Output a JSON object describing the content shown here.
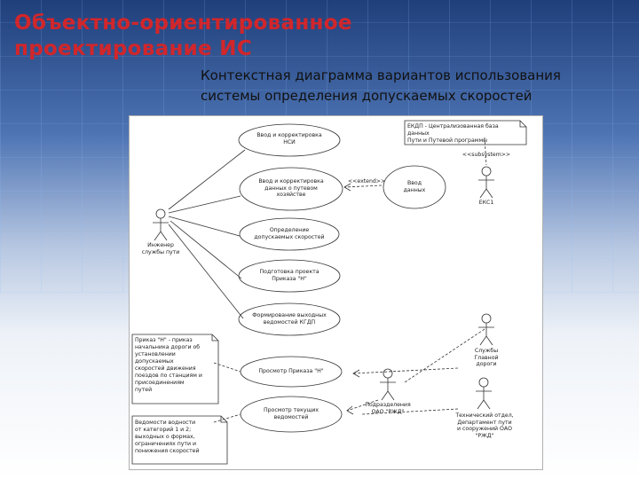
{
  "slide": {
    "title_line1": "Объектно-ориентированное",
    "title_line2": "проектирование ИС",
    "subtitle_line1": "Контекстная диаграмма вариантов использования",
    "subtitle_line2": "системы определения допускаемых скоростей"
  },
  "diagram": {
    "use_cases": [
      {
        "id": "uc1",
        "line1": "Ввод и корректировка",
        "line2": "НСИ"
      },
      {
        "id": "uc2",
        "line1": "Ввод и корректировка",
        "line2": "данных о путевом",
        "line3": "хозяйстве"
      },
      {
        "id": "uc3",
        "line1": "Определение",
        "line2": "допускаемых скоростей"
      },
      {
        "id": "uc4",
        "line1": "Подготовка проекта",
        "line2": "Приказа \"Н\""
      },
      {
        "id": "uc5",
        "line1": "Формирование выходных",
        "line2": "ведомостей КГДП"
      },
      {
        "id": "uc6",
        "line1": "Просмотр Приказа \"Н\""
      },
      {
        "id": "uc7",
        "line1": "Просмотр текущих",
        "line2": "ведомостей"
      },
      {
        "id": "uc8",
        "line1": "Ввод",
        "line2": "данных"
      }
    ],
    "actors": [
      {
        "id": "a1",
        "line1": "Инженер",
        "line2": "службы пути"
      },
      {
        "id": "a2",
        "line1": "ЕКС1"
      },
      {
        "id": "a3",
        "line1": "Службы",
        "line2": "Главной",
        "line3": "дороги"
      },
      {
        "id": "a4",
        "line1": "Подразделения",
        "line2": "ОАО \"РЖД\""
      },
      {
        "id": "a5",
        "line1": "Технический отдел,",
        "line2": "Департамент пути",
        "line3": "и сооружений ОАО",
        "line4": "\"РЖД\""
      }
    ],
    "extend_label": "<<extend>>",
    "subsystem_label": "<<subsystem>>",
    "notes": {
      "top": "ЕКДП - Централизованная база данных\nПути и Путевой программы",
      "left1": "Приказ \"Н\" - приказ\nначальника дороги об\nустановлении\nдопускаемых\nскоростей движения\nпоездов по станциям и\nприсоединениям\nпутей",
      "left2": "Ведомости водности\nот категорий 1 и 2;\nвыходных о формах,\nограничениях пути и\nпонижения скоростей"
    }
  }
}
